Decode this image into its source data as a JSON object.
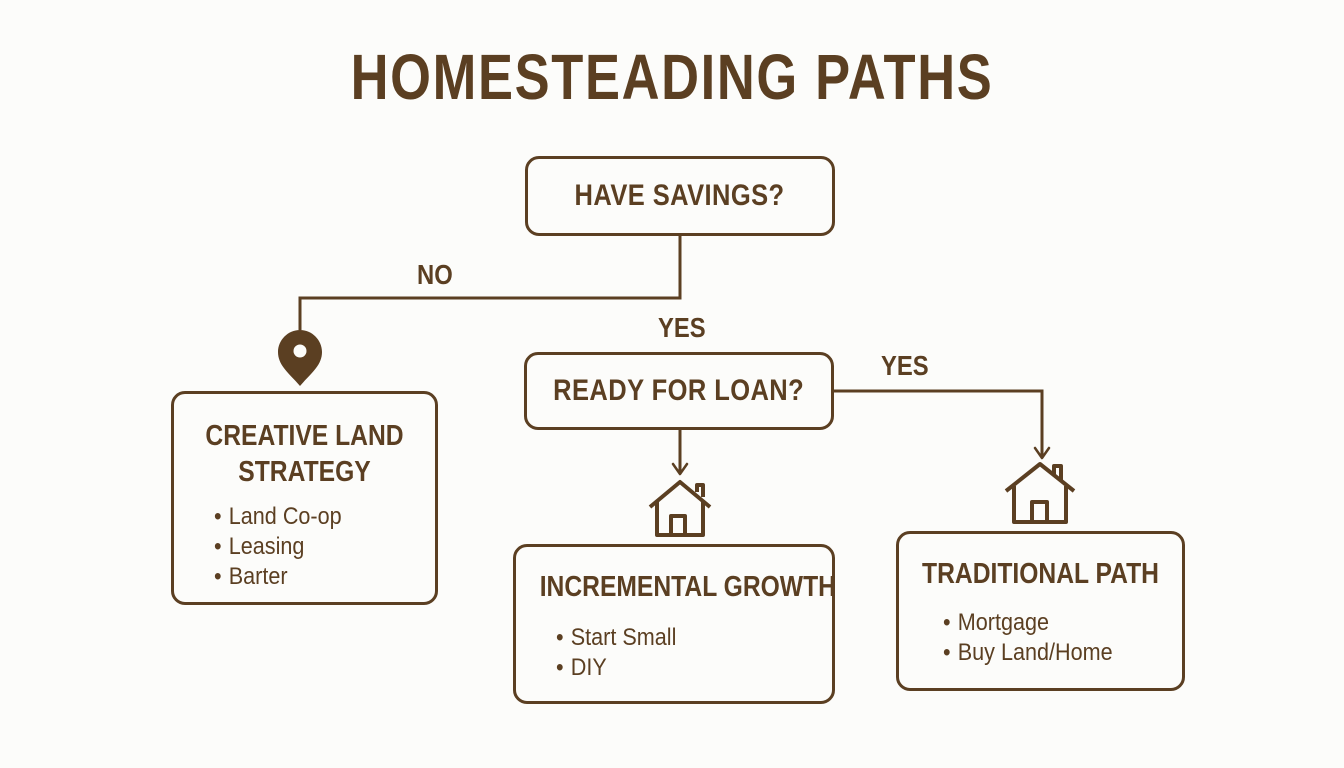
{
  "title": "HOMESTEADING PATHS",
  "colors": {
    "ink": "#5b3f22",
    "background": "#fcfcfa"
  },
  "nodes": {
    "savings": {
      "label": "HAVE SAVINGS?"
    },
    "loan": {
      "label": "READY FOR LOAN?"
    },
    "creative": {
      "title_lines": [
        "CREATIVE LAND",
        "STRATEGY"
      ],
      "items": [
        "Land Co-op",
        "Leasing",
        "Barter"
      ],
      "icon": "location-pin-icon"
    },
    "incremental": {
      "title": "INCREMENTAL GROWTH",
      "items": [
        "Start Small",
        "DIY"
      ],
      "icon": "house-icon"
    },
    "traditional": {
      "title": "TRADITIONAL PATH",
      "items": [
        "Mortgage",
        "Buy Land/Home"
      ],
      "icon": "house-icon"
    }
  },
  "edges": {
    "savings_no": "NO",
    "savings_yes": "YES",
    "loan_yes": "YES"
  }
}
